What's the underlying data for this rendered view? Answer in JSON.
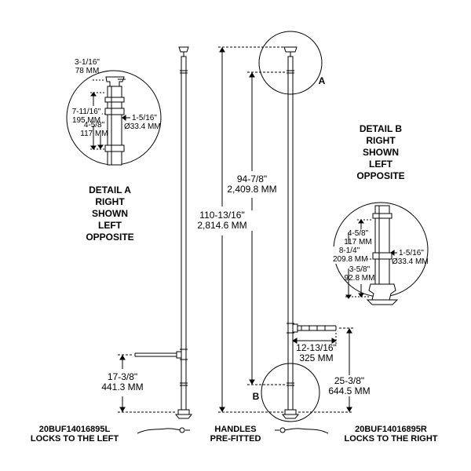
{
  "detail_a": {
    "letter": "A",
    "title_lines": [
      "DETAIL A",
      "RIGHT",
      "SHOWN",
      "LEFT",
      "OPPOSITE"
    ],
    "dims": {
      "top": [
        "3-1/16\"",
        "78 MM"
      ],
      "left": [
        "7-11/16\"",
        "195 MM"
      ],
      "inner": [
        "4-5/8\"",
        "117 MM"
      ],
      "diameter": [
        "1-5/16\"",
        "Ø33.4 MM"
      ]
    }
  },
  "detail_b": {
    "letter": "B",
    "title_lines": [
      "DETAIL B",
      "RIGHT",
      "SHOWN",
      "LEFT",
      "OPPOSITE"
    ],
    "dims": {
      "upper": [
        "4-5/8\"",
        "117 MM"
      ],
      "left": [
        "8-1/4\"",
        "209.8 MM"
      ],
      "lower": [
        "3-5/8\"",
        "92.8 MM"
      ],
      "diameter": [
        "1-5/16\"",
        "Ø33.4 MM"
      ]
    }
  },
  "main_dims": {
    "mid": [
      "94-7/8\"",
      "2,409.8 MM"
    ],
    "overall": [
      "110-13/16\"",
      "2,814.6 MM"
    ],
    "handle_left": [
      "17-3/8\"",
      "441.3 MM"
    ],
    "handle_width": [
      "12-13/16\"",
      "325 MM"
    ],
    "handle_right": [
      "25-3/8\"",
      "644.5 MM"
    ]
  },
  "captions": {
    "left": [
      "20BUF14016895L",
      "LOCKS TO THE LEFT"
    ],
    "center": [
      "HANDLES",
      "PRE-FITTED"
    ],
    "right": [
      "20BUF14016895R",
      "LOCKS TO THE RIGHT"
    ]
  }
}
